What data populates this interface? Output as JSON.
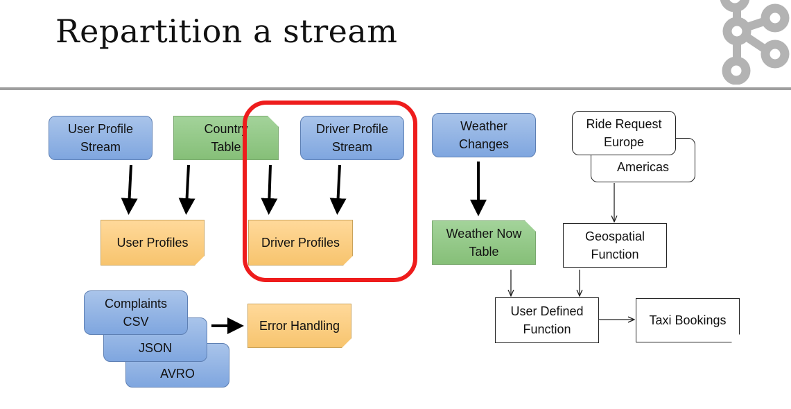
{
  "slide": {
    "title": "Repartition a stream"
  },
  "nodes": {
    "user_profile_stream": "User Profile\nStream",
    "country_table": "Country\nTable",
    "driver_profile_stream": "Driver Profile\nStream",
    "weather_changes": "Weather\nChanges",
    "ride_request_europe": "Ride Request\nEurope",
    "americas": "Americas",
    "user_profiles": "User Profiles",
    "driver_profiles": "Driver Profiles",
    "weather_now_table": "Weather Now\nTable",
    "geospatial_function": "Geospatial\nFunction",
    "complaints_csv": "Complaints\nCSV",
    "json": "JSON",
    "avro": "AVRO",
    "error_handling": "Error Handling",
    "user_defined_function": "User Defined\nFunction",
    "taxi_bookings": "Taxi Bookings"
  },
  "colors": {
    "stream_blue": "#8fb2e4",
    "table_green": "#93c887",
    "output_orange": "#fbcd7f",
    "highlight_red": "#ee1c1c",
    "logo_gray": "#b3b3b3"
  },
  "icons": {
    "logo": "kafka-logo-icon"
  }
}
